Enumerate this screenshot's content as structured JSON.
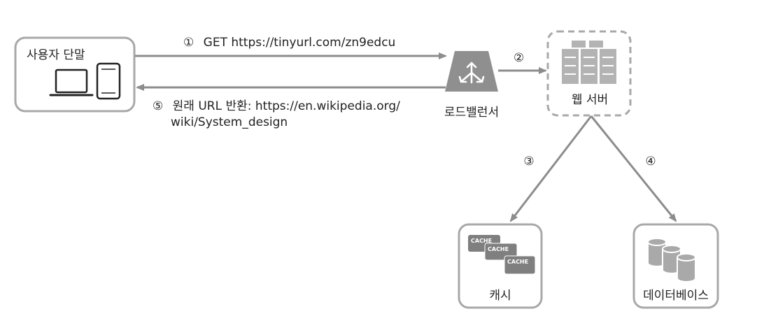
{
  "nodes": {
    "client": {
      "label": "사용자 단말"
    },
    "load_balancer": {
      "label": "로드밸런서"
    },
    "web_server": {
      "label": "웹 서버"
    },
    "cache": {
      "label": "캐시",
      "chips": [
        "CACHE",
        "CACHE",
        "CACHE"
      ]
    },
    "database": {
      "label": "데이터베이스"
    }
  },
  "steps": {
    "s1": {
      "marker": "①",
      "text": "GET https://tinyurl.com/zn9edcu"
    },
    "s2": {
      "marker": "②"
    },
    "s3": {
      "marker": "③"
    },
    "s4": {
      "marker": "④"
    },
    "s5": {
      "marker": "⑤",
      "line1": "원래 URL 반환: https://en.wikipedia.org/",
      "line2": "wiki/System_design"
    }
  },
  "colors": {
    "arrow": "#8c8c8c",
    "box_border": "#a8a8a8",
    "device": "#222222",
    "server": "#b3b3b3",
    "lb": "#8f8f8f",
    "db": "#a9a9a9",
    "cache_chip": "#7f7f7f"
  }
}
